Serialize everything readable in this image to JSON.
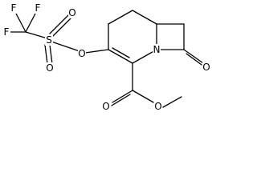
{
  "structure": {
    "atoms": {
      "F1": "F",
      "F2": "F",
      "F3": "F",
      "S": "S",
      "O_sulfonyl_a": "O",
      "O_sulfonyl_b": "O",
      "O_bridge": "O",
      "N": "N",
      "O_lactam": "O",
      "O_ester_carbonyl": "O",
      "O_ester_ether": "O"
    }
  }
}
